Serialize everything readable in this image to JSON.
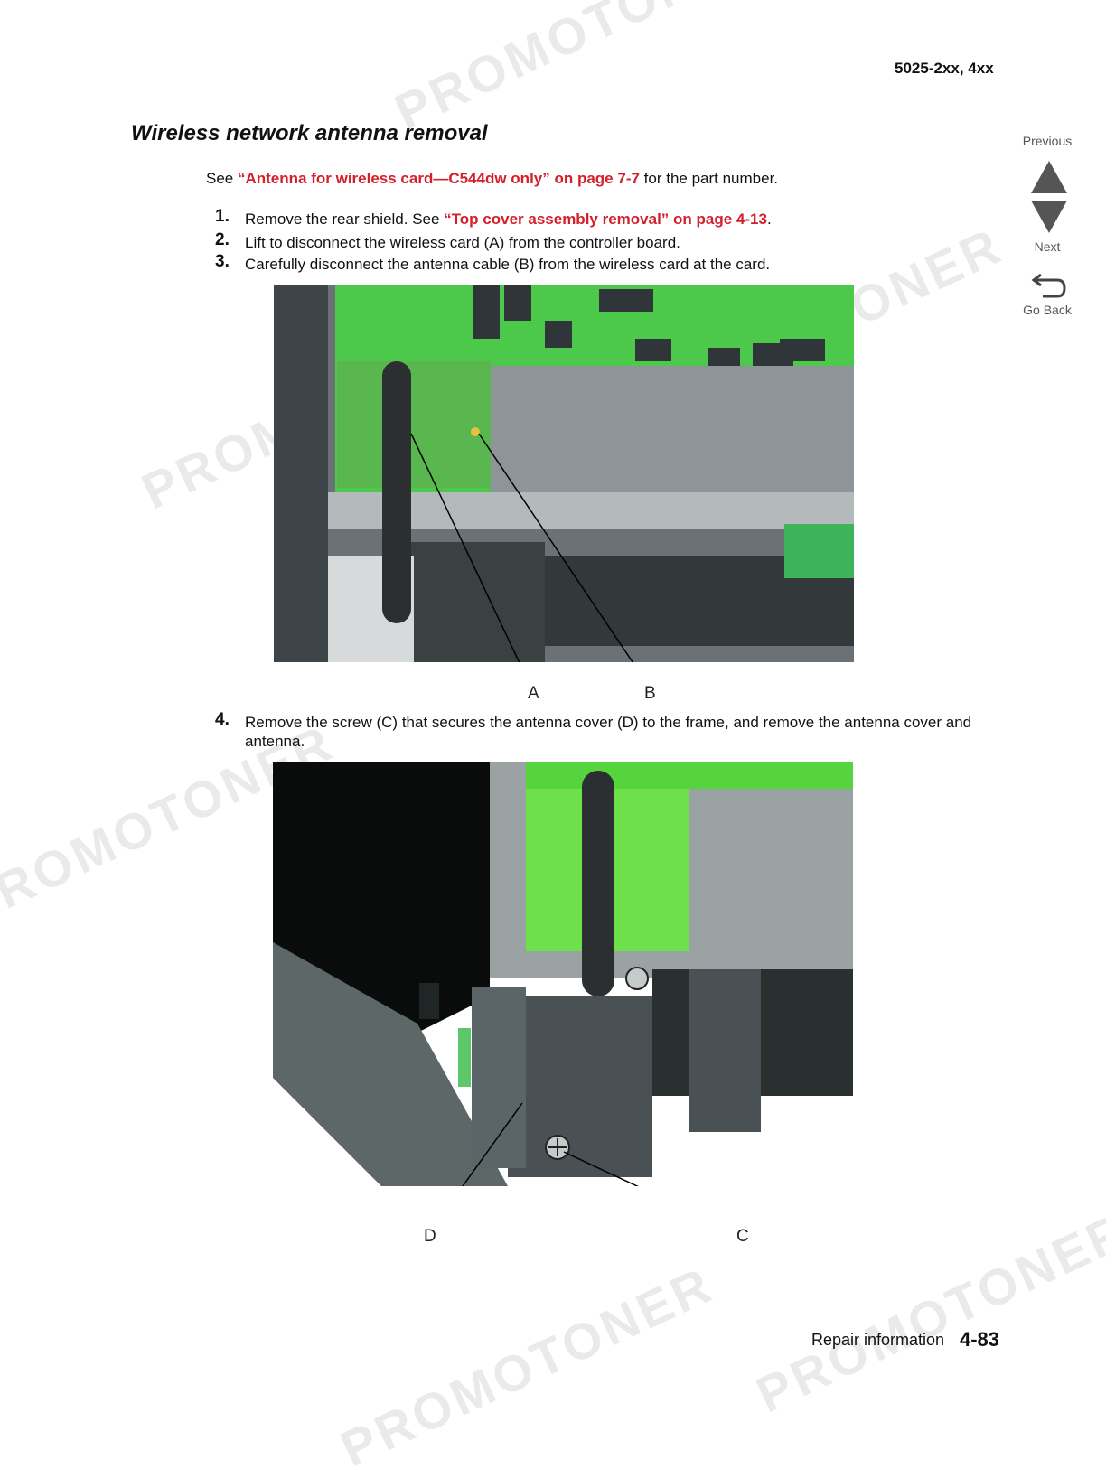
{
  "header": {
    "model": "5025-2xx, 4xx"
  },
  "nav": {
    "previous": "Previous",
    "next": "Next",
    "go_back": "Go Back"
  },
  "section": {
    "title": "Wireless network antenna removal"
  },
  "intro": {
    "prefix": "See ",
    "link": "“Antenna for wireless card—C544dw only” on page 7-7",
    "suffix": " for the part number."
  },
  "steps": [
    {
      "num": "1.",
      "text": "Remove the rear shield. See ",
      "link": "“Top cover assembly removal” on page 4-13",
      "suffix": "."
    },
    {
      "num": "2.",
      "text": "Lift to disconnect the wireless card (A) from the controller board."
    },
    {
      "num": "3.",
      "text": "Carefully disconnect the antenna cable (B) from the wireless card at the card."
    },
    {
      "num": "4.",
      "text": "Remove the screw (C) that secures the antenna cover (D) to the frame, and remove the antenna cover and antenna."
    }
  ],
  "figure1": {
    "callouts": [
      "A",
      "B"
    ]
  },
  "figure2": {
    "callouts": [
      "D",
      "C"
    ]
  },
  "footer": {
    "section": "Repair information",
    "page": "4-83"
  },
  "watermark": {
    "text": "PROMOTONER"
  },
  "colors": {
    "link": "#d4202c",
    "board_green": "#4cc84a",
    "frame_gray": "#4a5155"
  }
}
